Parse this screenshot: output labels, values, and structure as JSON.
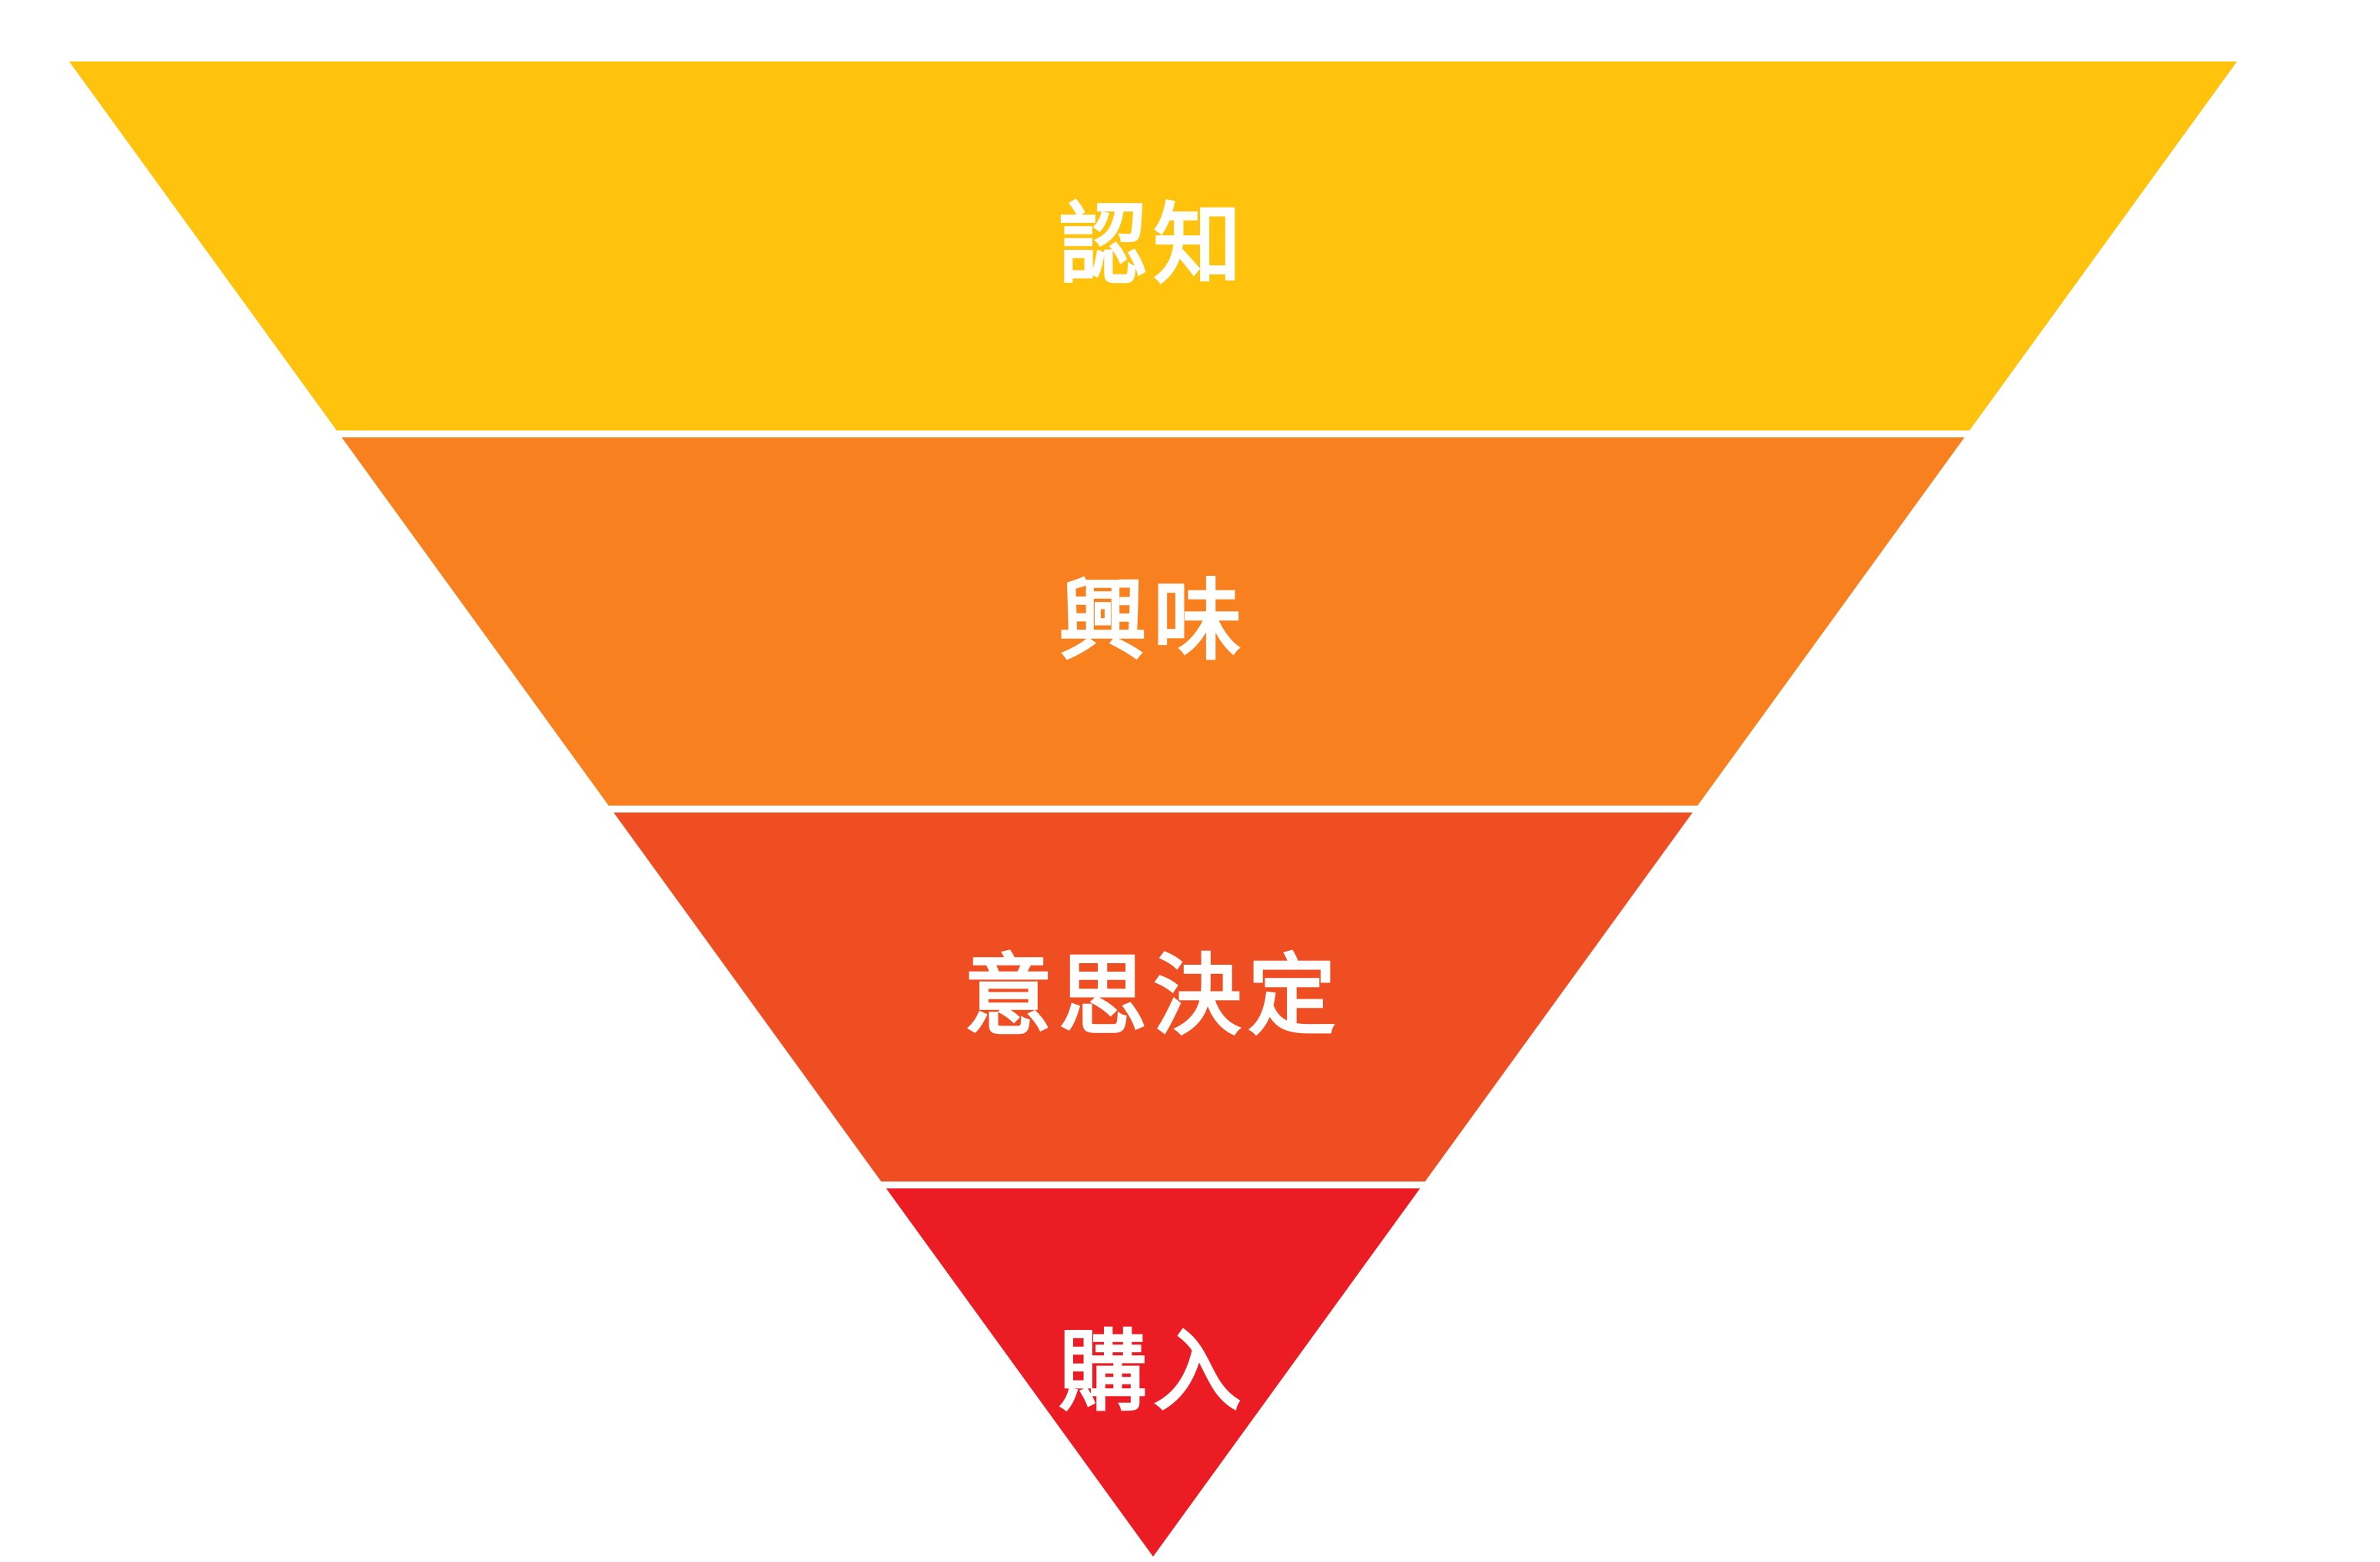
{
  "funnel": {
    "stages": [
      {
        "id": "awareness",
        "label": "認知",
        "color": "#FFC20D"
      },
      {
        "id": "interest",
        "label": "興味",
        "color": "#F8801F"
      },
      {
        "id": "decision",
        "label": "意思決定",
        "color": "#EF4E23"
      },
      {
        "id": "purchase",
        "label": "購入",
        "color": "#EC1C24"
      }
    ],
    "text_color": "#FFFFFF",
    "background_color": "#FFFFFF"
  }
}
